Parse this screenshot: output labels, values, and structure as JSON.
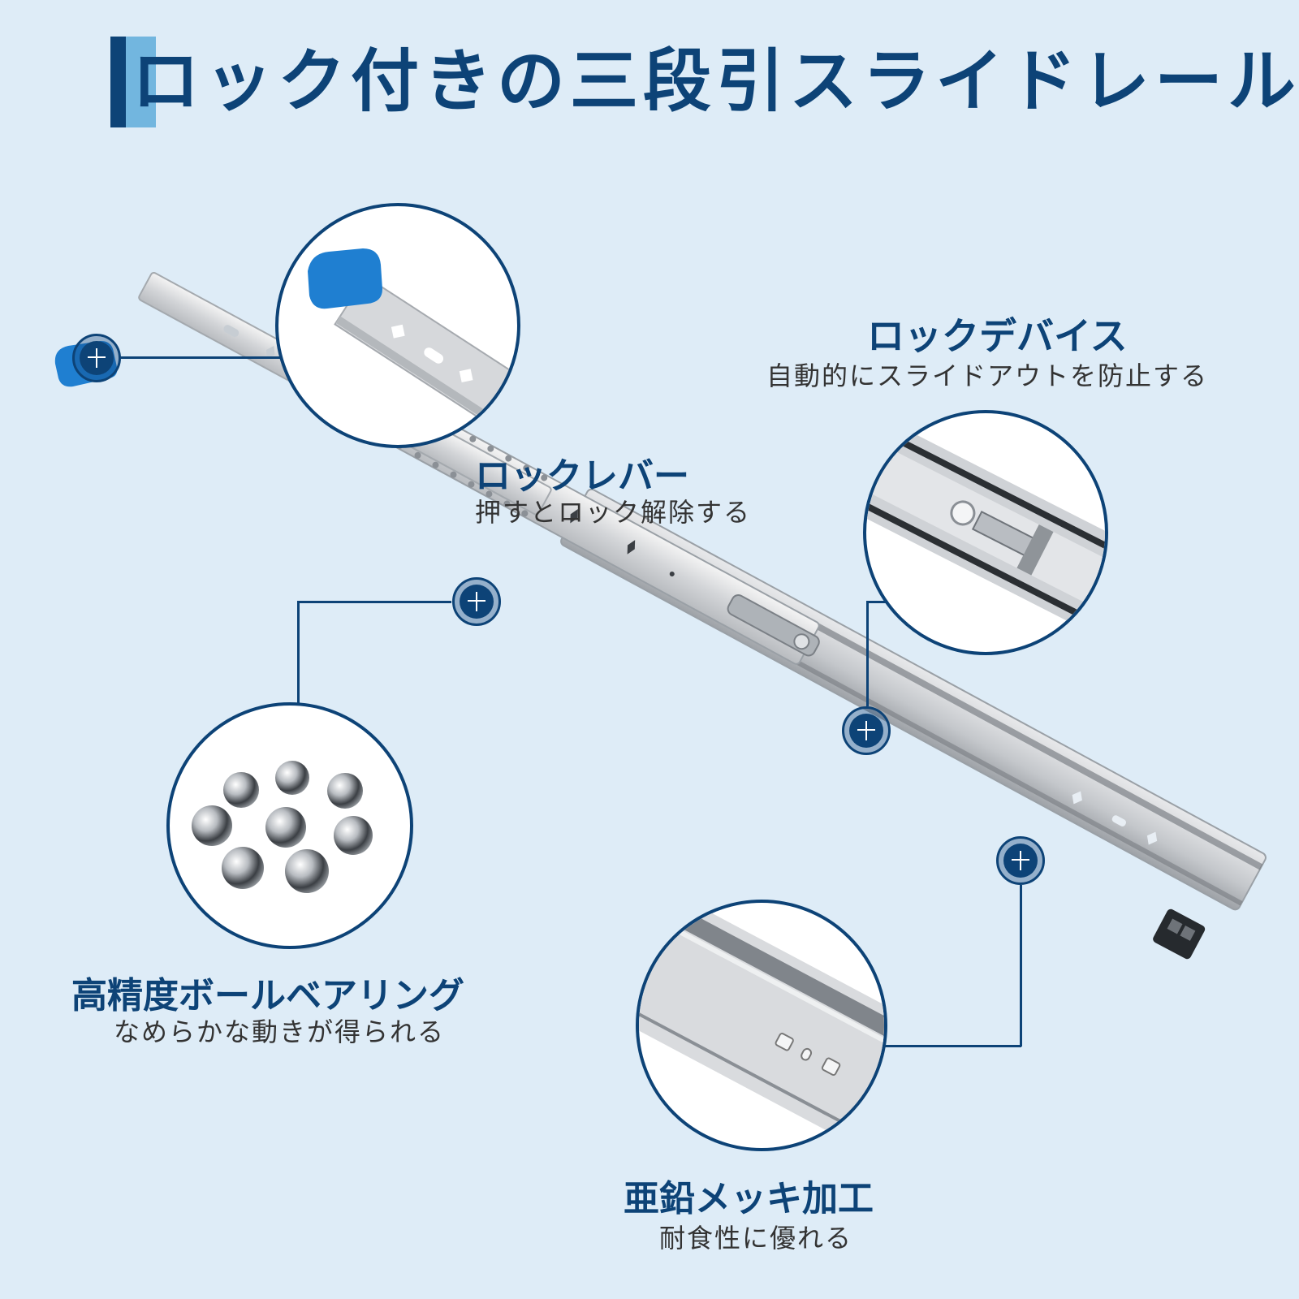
{
  "header": {
    "title": "ロック付きの三段引スライドレール",
    "accent_colors": {
      "dark": "#0d4377",
      "light": "#72b6df"
    }
  },
  "features": [
    {
      "id": "lock-lever",
      "title": "ロックレバー",
      "subtitle": "押すとロック解除する",
      "detail_image": "blue-lever-closeup"
    },
    {
      "id": "lock-device",
      "title": "ロックデバイス",
      "subtitle": "自動的にスライドアウトを防止する",
      "detail_image": "lock-mechanism-closeup"
    },
    {
      "id": "ball-bearing",
      "title": "高精度ボールベアリング",
      "subtitle": "なめらかな動きが得られる",
      "detail_image": "steel-balls"
    },
    {
      "id": "zinc-plating",
      "title": "亜鉛メッキ加工",
      "subtitle": "耐食性に優れる",
      "detail_image": "rail-surface-closeup"
    }
  ],
  "markers": [
    {
      "icon": "plus-icon",
      "feature": "lock-lever"
    },
    {
      "icon": "plus-icon",
      "feature": "ball-bearing"
    },
    {
      "icon": "plus-icon",
      "feature": "lock-device"
    },
    {
      "icon": "plus-icon",
      "feature": "zinc-plating"
    }
  ],
  "colors": {
    "background": "#deecf7",
    "primary": "#0d4377",
    "lever_blue": "#1f7fd1",
    "text": "#333333"
  }
}
